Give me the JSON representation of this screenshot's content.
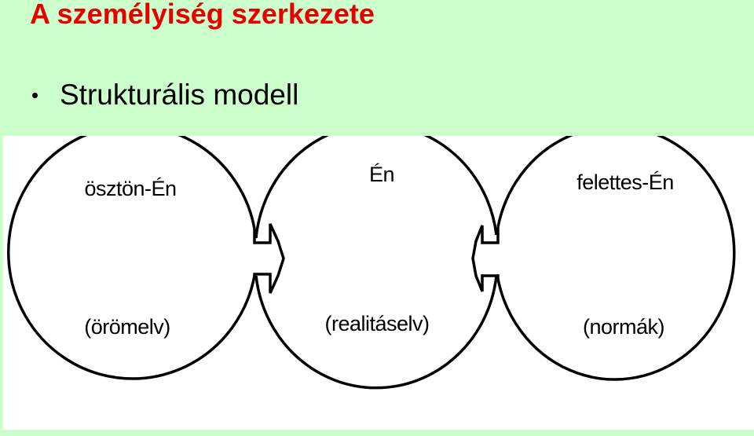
{
  "title": "A személyiség szerkezete",
  "bullet": {
    "marker": "•",
    "text": "Strukturális modell"
  },
  "diagram": {
    "circles": [
      {
        "top_label": "ösztön-Én",
        "bottom_label": "(örömelv)"
      },
      {
        "top_label": "Én",
        "bottom_label": "(realitáselv)"
      },
      {
        "top_label": "felettes-Én",
        "bottom_label": "(normák)"
      }
    ]
  }
}
